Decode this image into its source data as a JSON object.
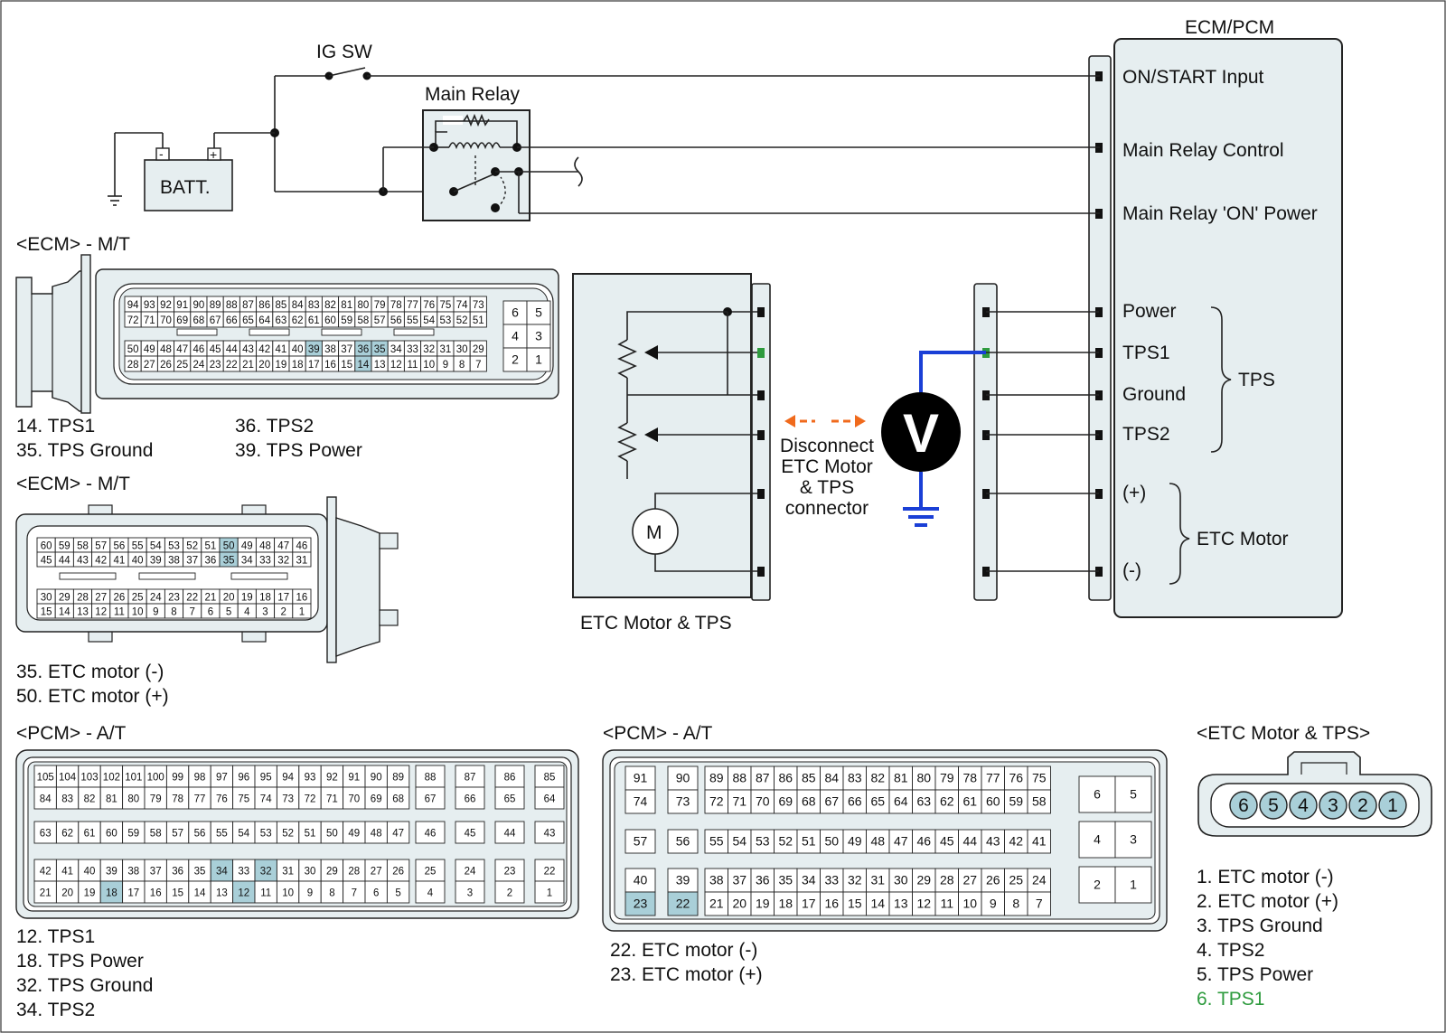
{
  "ecm_pcm": {
    "title": "ECM/PCM",
    "pins": [
      "ON/START Input",
      "Main Relay Control",
      "Main Relay 'ON' Power",
      "Power",
      "TPS1",
      "Ground",
      "TPS2",
      "(+)",
      "(-)"
    ],
    "group_tps": "TPS",
    "group_etc": "ETC Motor"
  },
  "top_circuit": {
    "ig_sw": "IG SW",
    "main_relay": "Main Relay",
    "battery": "BATT.",
    "batt_minus": "-",
    "batt_plus": "+"
  },
  "etc_block": {
    "motor_symbol": "M",
    "label": "ETC Motor & TPS"
  },
  "meter": {
    "symbol": "V",
    "note": [
      "Disconnect",
      "ETC Motor",
      "& TPS",
      "connector"
    ]
  },
  "colors": {
    "panel": "#e6eef0",
    "pin_highlight": "#a9cfd8",
    "probe_wire": "#1a3fd6",
    "disconnect_arrow": "#f06a1c",
    "tps1_terminal": "#2e9b3e",
    "tps1_text": "#2e9b3e"
  },
  "ecm_mt_1": {
    "title": "<ECM> - M/T",
    "row1": [
      "94",
      "93",
      "92",
      "91",
      "90",
      "89",
      "88",
      "87",
      "86",
      "85",
      "84",
      "83",
      "82",
      "81",
      "80",
      "79",
      "78",
      "77",
      "76",
      "75",
      "74",
      "73"
    ],
    "row2": [
      "72",
      "71",
      "70",
      "69",
      "68",
      "67",
      "66",
      "65",
      "64",
      "63",
      "62",
      "61",
      "60",
      "59",
      "58",
      "57",
      "56",
      "55",
      "54",
      "53",
      "52",
      "51"
    ],
    "row3": [
      "50",
      "49",
      "48",
      "47",
      "46",
      "45",
      "44",
      "43",
      "42",
      "41",
      "40",
      "39",
      "38",
      "37",
      "36",
      "35",
      "34",
      "33",
      "32",
      "31",
      "30",
      "29"
    ],
    "row4": [
      "28",
      "27",
      "26",
      "25",
      "24",
      "23",
      "22",
      "21",
      "20",
      "19",
      "18",
      "17",
      "16",
      "15",
      "14",
      "13",
      "12",
      "11",
      "10",
      "9",
      "8",
      "7"
    ],
    "small": [
      "6",
      "5",
      "4",
      "3",
      "2",
      "1"
    ],
    "highlight": [
      "39",
      "36",
      "35",
      "14"
    ],
    "legend": [
      "14. TPS1",
      "35. TPS Ground",
      "36. TPS2",
      "39. TPS Power"
    ]
  },
  "ecm_mt_2": {
    "title": "<ECM> - M/T",
    "row1": [
      "60",
      "59",
      "58",
      "57",
      "56",
      "55",
      "54",
      "53",
      "52",
      "51",
      "50",
      "49",
      "48",
      "47",
      "46"
    ],
    "row2": [
      "45",
      "44",
      "43",
      "42",
      "41",
      "40",
      "39",
      "38",
      "37",
      "36",
      "35",
      "34",
      "33",
      "32",
      "31"
    ],
    "row3": [
      "30",
      "29",
      "28",
      "27",
      "26",
      "25",
      "24",
      "23",
      "22",
      "21",
      "20",
      "19",
      "18",
      "17",
      "16"
    ],
    "row4": [
      "15",
      "14",
      "13",
      "12",
      "11",
      "10",
      "9",
      "8",
      "7",
      "6",
      "5",
      "4",
      "3",
      "2",
      "1"
    ],
    "highlight": [
      "50",
      "35"
    ],
    "legend": [
      "35. ETC motor (-)",
      "50. ETC motor (+)"
    ]
  },
  "pcm_at_1": {
    "title": "<PCM> - A/T",
    "row1": [
      "105",
      "104",
      "103",
      "102",
      "101",
      "100",
      "99",
      "98",
      "97",
      "96",
      "95",
      "94",
      "93",
      "92",
      "91",
      "90",
      "89"
    ],
    "row1b": [
      "88",
      "87",
      "86",
      "85"
    ],
    "row2": [
      "84",
      "83",
      "82",
      "81",
      "80",
      "79",
      "78",
      "77",
      "76",
      "75",
      "74",
      "73",
      "72",
      "71",
      "70",
      "69",
      "68"
    ],
    "row2b": [
      "67",
      "66",
      "65",
      "64"
    ],
    "row3": [
      "63",
      "62",
      "61",
      "60",
      "59",
      "58",
      "57",
      "56",
      "55",
      "54",
      "53",
      "52",
      "51",
      "50",
      "49",
      "48",
      "47"
    ],
    "row3b": [
      "46",
      "45",
      "44",
      "43"
    ],
    "row4": [
      "42",
      "41",
      "40",
      "39",
      "38",
      "37",
      "36",
      "35",
      "34",
      "33",
      "32",
      "31",
      "30",
      "29",
      "28",
      "27",
      "26"
    ],
    "row4b": [
      "25",
      "24",
      "23",
      "22"
    ],
    "row5": [
      "21",
      "20",
      "19",
      "18",
      "17",
      "16",
      "15",
      "14",
      "13",
      "12",
      "11",
      "10",
      "9",
      "8",
      "7",
      "6",
      "5"
    ],
    "row5b": [
      "4",
      "3",
      "2",
      "1"
    ],
    "highlight": [
      "34",
      "32",
      "18",
      "12"
    ],
    "legend": [
      "12. TPS1",
      "18. TPS Power",
      "32. TPS Ground",
      "34. TPS2"
    ]
  },
  "pcm_at_2": {
    "title": "<PCM> - A/T",
    "left1": [
      "91",
      "90"
    ],
    "left2": [
      "74",
      "73"
    ],
    "left3": [
      "57",
      "56"
    ],
    "left4": [
      "40",
      "39"
    ],
    "left5": [
      "23",
      "22"
    ],
    "row1": [
      "89",
      "88",
      "87",
      "86",
      "85",
      "84",
      "83",
      "82",
      "81",
      "80",
      "79",
      "78",
      "77",
      "76",
      "75"
    ],
    "row2": [
      "72",
      "71",
      "70",
      "69",
      "68",
      "67",
      "66",
      "65",
      "64",
      "63",
      "62",
      "61",
      "60",
      "59",
      "58"
    ],
    "row3": [
      "55",
      "54",
      "53",
      "52",
      "51",
      "50",
      "49",
      "48",
      "47",
      "46",
      "45",
      "44",
      "43",
      "42",
      "41"
    ],
    "row4": [
      "38",
      "37",
      "36",
      "35",
      "34",
      "33",
      "32",
      "31",
      "30",
      "29",
      "28",
      "27",
      "26",
      "25",
      "24"
    ],
    "row5": [
      "21",
      "20",
      "19",
      "18",
      "17",
      "16",
      "15",
      "14",
      "13",
      "12",
      "11",
      "10",
      "9",
      "8",
      "7"
    ],
    "right": [
      "6",
      "5",
      "4",
      "3",
      "2",
      "1"
    ],
    "highlight": [
      "23",
      "22"
    ],
    "legend": [
      "22. ETC motor (-)",
      "23. ETC motor (+)"
    ]
  },
  "etc_connector": {
    "title": "<ETC Motor & TPS>",
    "pins": [
      "6",
      "5",
      "4",
      "3",
      "2",
      "1"
    ],
    "legend": [
      "1. ETC motor (-)",
      "2. ETC motor (+)",
      "3. TPS Ground",
      "4. TPS2",
      "5. TPS Power"
    ],
    "legend_hl": "6. TPS1"
  }
}
